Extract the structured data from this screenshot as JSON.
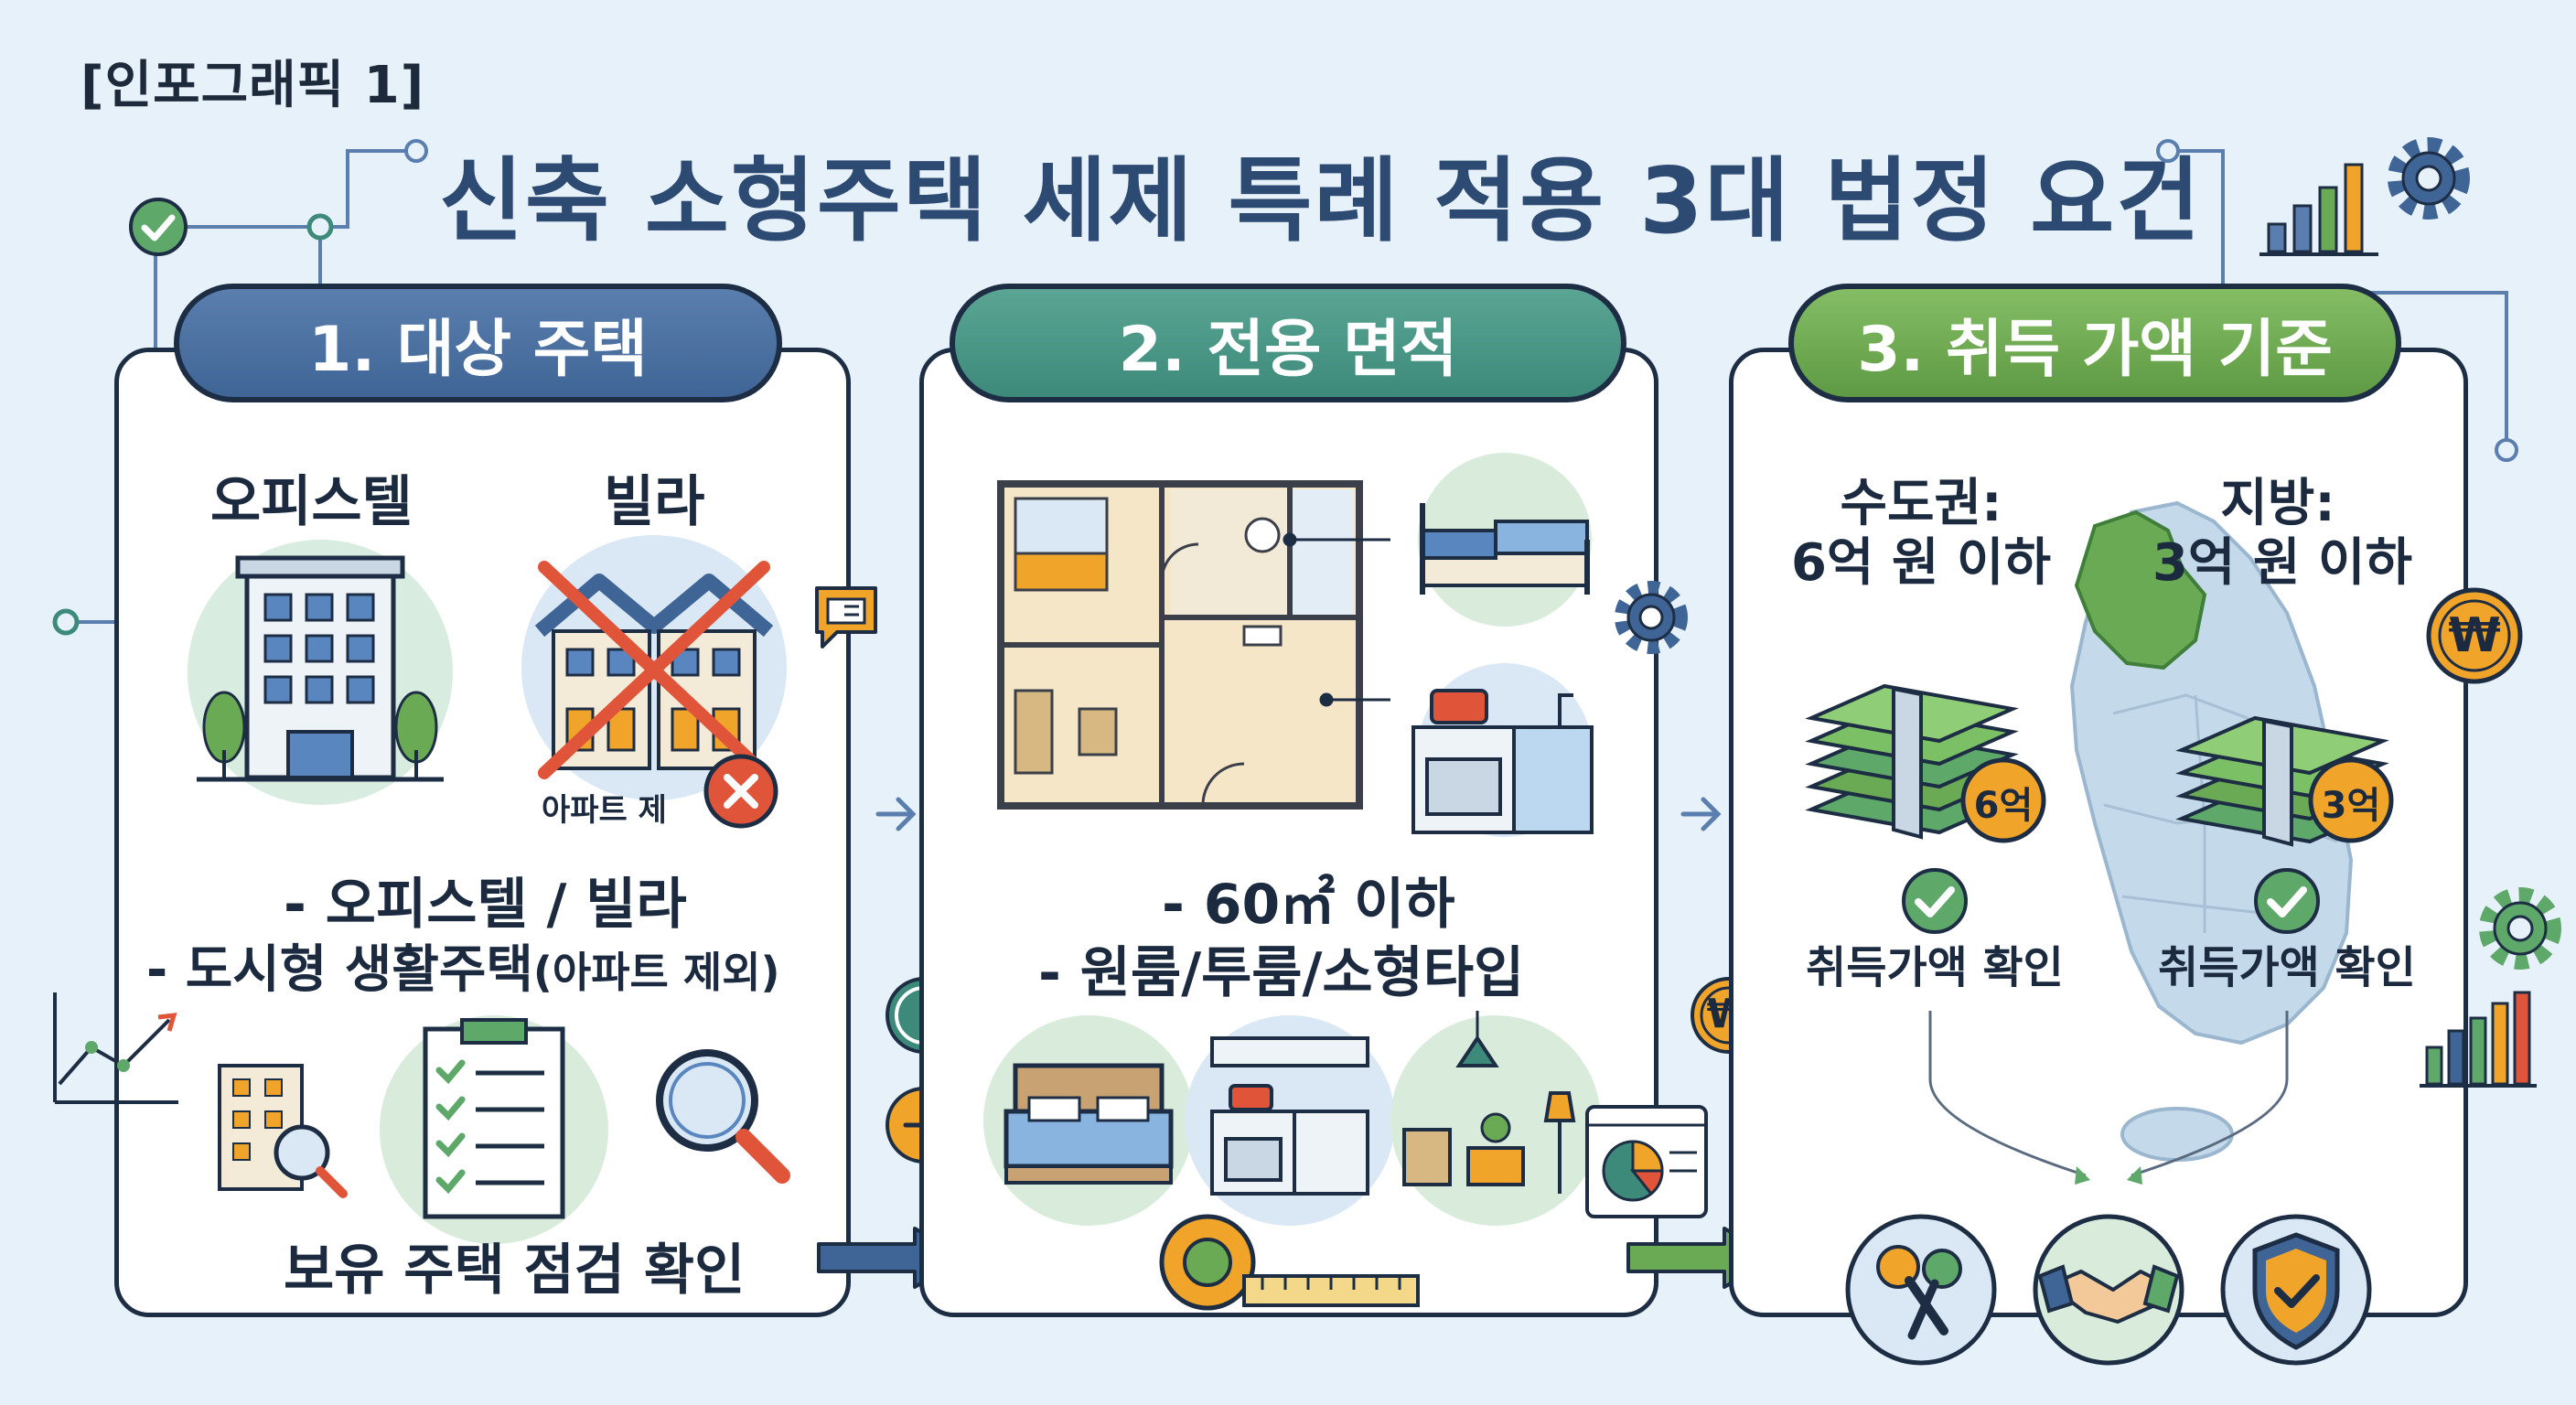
{
  "header": {
    "tag": "[인포그래픽 1]",
    "title": "신축 소형주택 세제 특례 적용 3대 법정 요건"
  },
  "panel1": {
    "heading": "1. 대상 주택",
    "type_officetel": "오피스텔",
    "type_villa": "빌라",
    "apartment_stamp": "아파트 제",
    "line1": "- 오피스텔 / 빌라",
    "line2": "- 도시형 생활주택",
    "line2_note": "(아파트 제외)",
    "footer": "보유 주택 점검 확인"
  },
  "panel2": {
    "heading": "2. 전용 면적",
    "line1": "- 60㎡ 이하",
    "line2": "- 원룸/투룸/소형타입"
  },
  "panel3": {
    "heading": "3. 취득 가액 기준",
    "capital_label": "수도권:",
    "capital_value": "6억 원 이하",
    "local_label": "지방:",
    "local_value": "3억 원 이하",
    "capital_badge": "6억",
    "local_badge": "3억",
    "capital_check": "취득가액 확인",
    "local_check": "취득가액 확인"
  },
  "icons": {
    "won_symbol": "₩"
  },
  "colors": {
    "blue": "#3f6596",
    "teal": "#3d8a7a",
    "green": "#5e9a44",
    "orange": "#f0a52a",
    "red": "#e0553a",
    "background": "#e7f1f9"
  }
}
